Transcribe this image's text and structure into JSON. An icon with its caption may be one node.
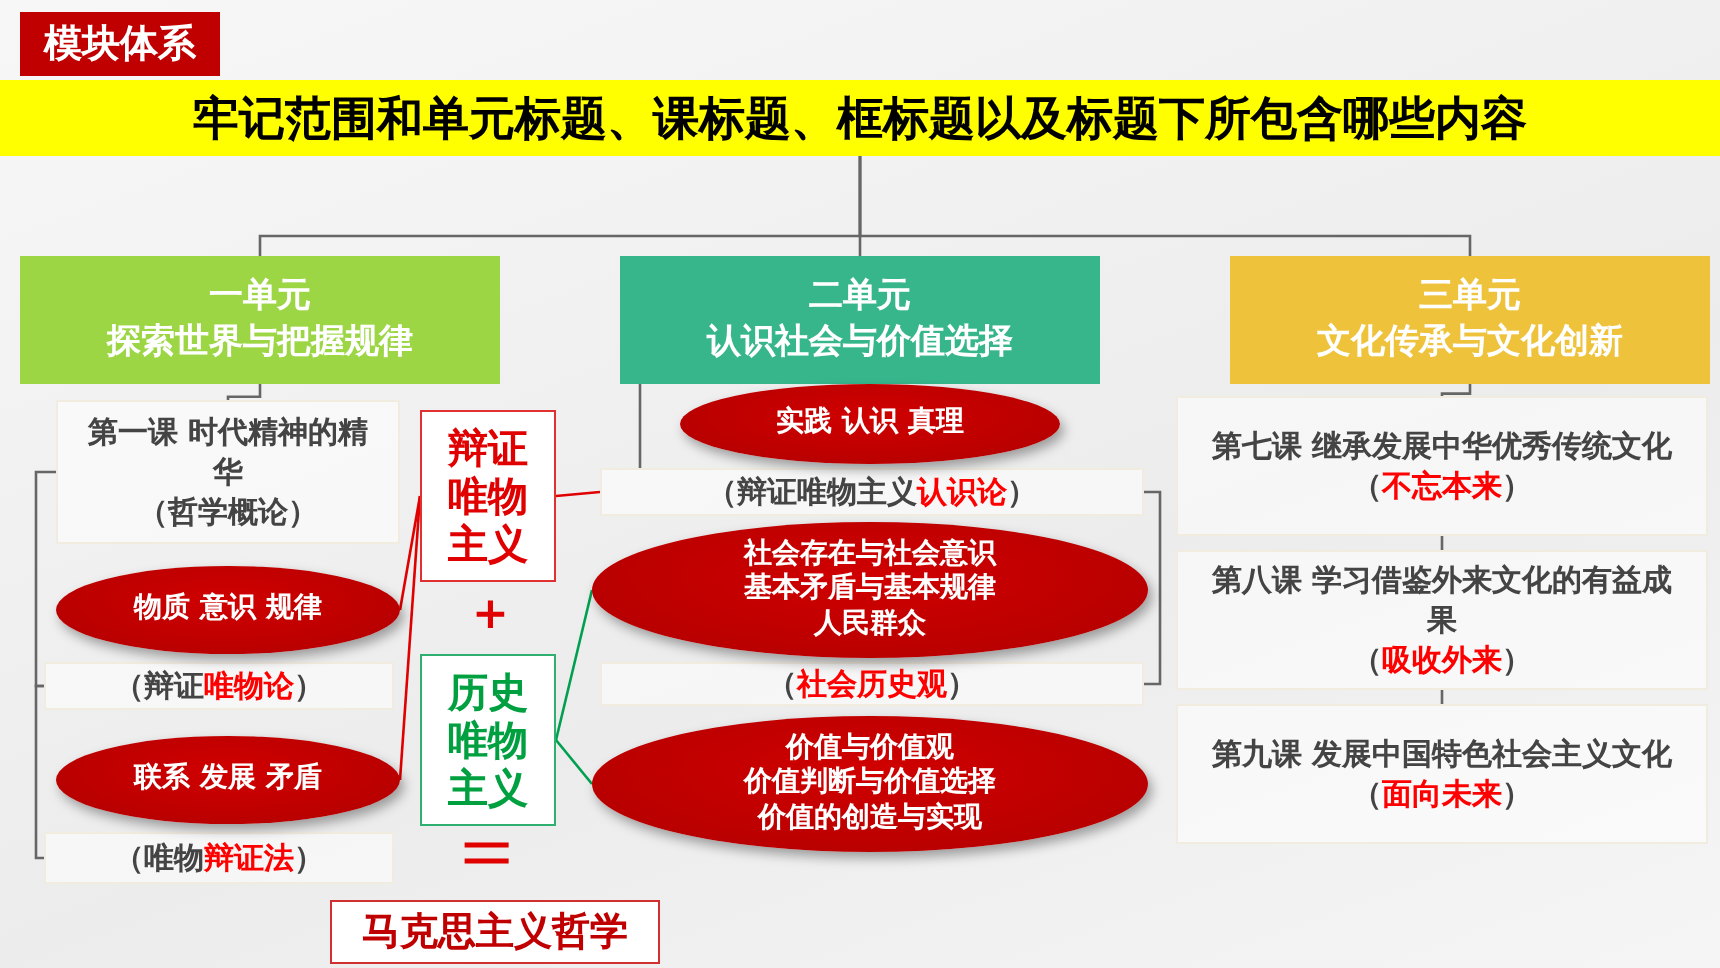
{
  "diagram": {
    "title": "模块体系",
    "nodes": [
      {
        "text": [
          "牢记范围和单元标题、课标题、框标题以及标题下所包含哪些内容"
        ]
      },
      {
        "text": [
          "一单元",
          "探索世界与把握规律"
        ]
      },
      {
        "text": [
          "二单元",
          "认识社会与价值选择"
        ]
      },
      {
        "text": [
          "三单元",
          "文化传承与文化创新"
        ]
      },
      {
        "text": [
          "第一课 时代精神的精华",
          "（哲学概论）"
        ]
      },
      {
        "text": [
          "（辩证**唯物论**）"
        ]
      },
      {
        "text": [
          "物质 意识 规律"
        ]
      },
      {
        "text": [
          "（唯物**辩证法**）"
        ]
      },
      {
        "text": [
          "联系 发展 矛盾"
        ]
      },
      {
        "text": [
          "（辩证唯物主义**认识论**）"
        ]
      },
      {
        "text": [
          "实践 认识 真理"
        ]
      },
      {
        "text": [
          "（**社会历史观**）"
        ]
      },
      {
        "text": [
          "社会存在与社会意识",
          "基本矛盾与基本规律",
          "人民群众"
        ]
      },
      {
        "text": [
          "价值与价值观",
          "价值判断与价值选择",
          "价值的创造与实现"
        ]
      },
      {
        "text": [
          "第七课 继承发展中华优秀传统文化",
          "（**不忘本来**）"
        ]
      },
      {
        "text": [
          "第八课 学习借鉴外来文化的有益成果",
          "（**吸收外来**）"
        ]
      },
      {
        "text": [
          "第九课 发展中国特色社会主义文化",
          "（**面向未来**）"
        ]
      },
      {
        "text": [
          "辩证唯物主义"
        ]
      },
      {
        "text": [
          "历史唯物主义"
        ]
      },
      {
        "text": [
          "马克思主义哲学"
        ]
      }
    ],
    "edges": [
      {
        "from": 0,
        "to": 1,
        "arrow": "none"
      },
      {
        "from": 0,
        "to": 2,
        "arrow": "none"
      },
      {
        "from": 0,
        "to": 3,
        "arrow": "none"
      },
      {
        "from": 1,
        "to": 4,
        "arrow": "none"
      },
      {
        "from": 4,
        "to": 5,
        "arrow": "none"
      },
      {
        "from": 5,
        "to": 7,
        "arrow": "none"
      },
      {
        "from": 2,
        "to": 9,
        "arrow": "none"
      },
      {
        "from": 9,
        "to": 11,
        "arrow": "none"
      },
      {
        "from": 3,
        "to": 14,
        "arrow": "none"
      },
      {
        "from": 14,
        "to": 15,
        "arrow": "none"
      },
      {
        "from": 15,
        "to": 16,
        "arrow": "none"
      },
      {
        "from": 6,
        "to": 17,
        "arrow": "none",
        "color": "#e00000"
      },
      {
        "from": 8,
        "to": 17,
        "arrow": "none",
        "color": "#e00000"
      },
      {
        "from": 17,
        "to": 9,
        "arrow": "none",
        "color": "#e00000"
      },
      {
        "from": 18,
        "to": 12,
        "arrow": "none",
        "color": "#00a050"
      },
      {
        "from": 18,
        "to": 13,
        "arrow": "none",
        "color": "#00a050"
      }
    ],
    "labels": [
      "+",
      "||"
    ]
  }
}
